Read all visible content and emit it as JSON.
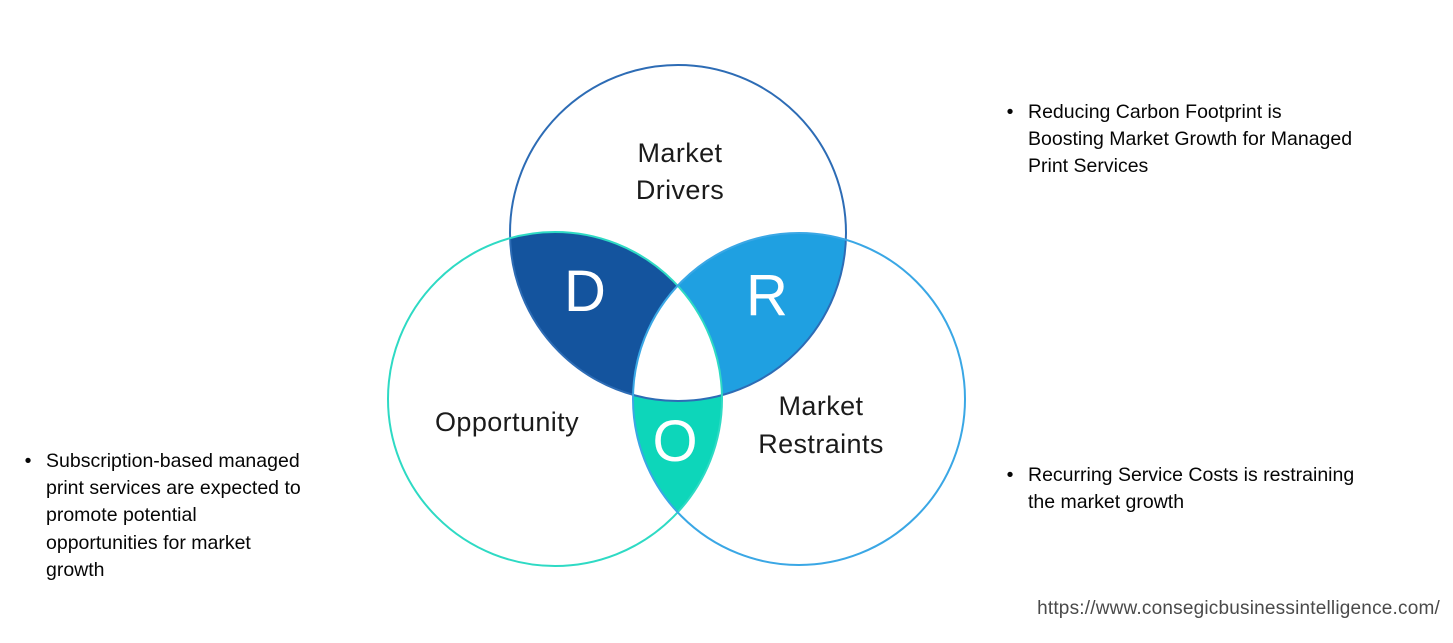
{
  "canvas": {
    "background": "#ffffff"
  },
  "venn": {
    "circles": {
      "drivers": {
        "label": "Market Drivers",
        "label_lines": [
          "Market",
          "Drivers"
        ],
        "stroke": "#2D6CB5"
      },
      "opportunity": {
        "label": "Opportunity",
        "label_lines": [
          "Opportunity"
        ],
        "stroke": "#2EDAC4"
      },
      "restraints": {
        "label": "Market Restraints",
        "label_lines": [
          "Market",
          "Restraints"
        ],
        "stroke": "#3AA7E5"
      }
    },
    "regions": {
      "d": {
        "letter": "D",
        "fill": "#14549E",
        "text_color": "#ffffff",
        "meaning": "Drivers"
      },
      "r": {
        "letter": "R",
        "fill": "#1FA0E1",
        "text_color": "#ffffff",
        "meaning": "Restraints"
      },
      "o": {
        "letter": "O",
        "fill": "#0DD6BA",
        "text_color": "#ffffff",
        "meaning": "Opportunity"
      }
    },
    "center_fill": "#ffffff"
  },
  "annotations": {
    "bullet_char": "•",
    "driver_note": {
      "text": "Reducing Carbon Footprint is Boosting Market Growth for Managed Print Services",
      "lines": [
        "Reducing Carbon Footprint is",
        "Boosting Market Growth for Managed",
        "Print Services"
      ]
    },
    "opportunity_note": {
      "text": "Subscription-based managed print services are expected to promote potential opportunities for market growth",
      "lines": [
        "Subscription-based managed",
        "print services are expected to",
        "promote potential",
        "opportunities for market",
        "growth"
      ]
    },
    "restraint_note": {
      "text": "Recurring Service Costs is restraining the market growth",
      "lines": [
        "Recurring Service Costs is restraining",
        "the market growth"
      ]
    }
  },
  "footer": {
    "source_url": "https://www.consegicbusinessintelligence.com/"
  }
}
